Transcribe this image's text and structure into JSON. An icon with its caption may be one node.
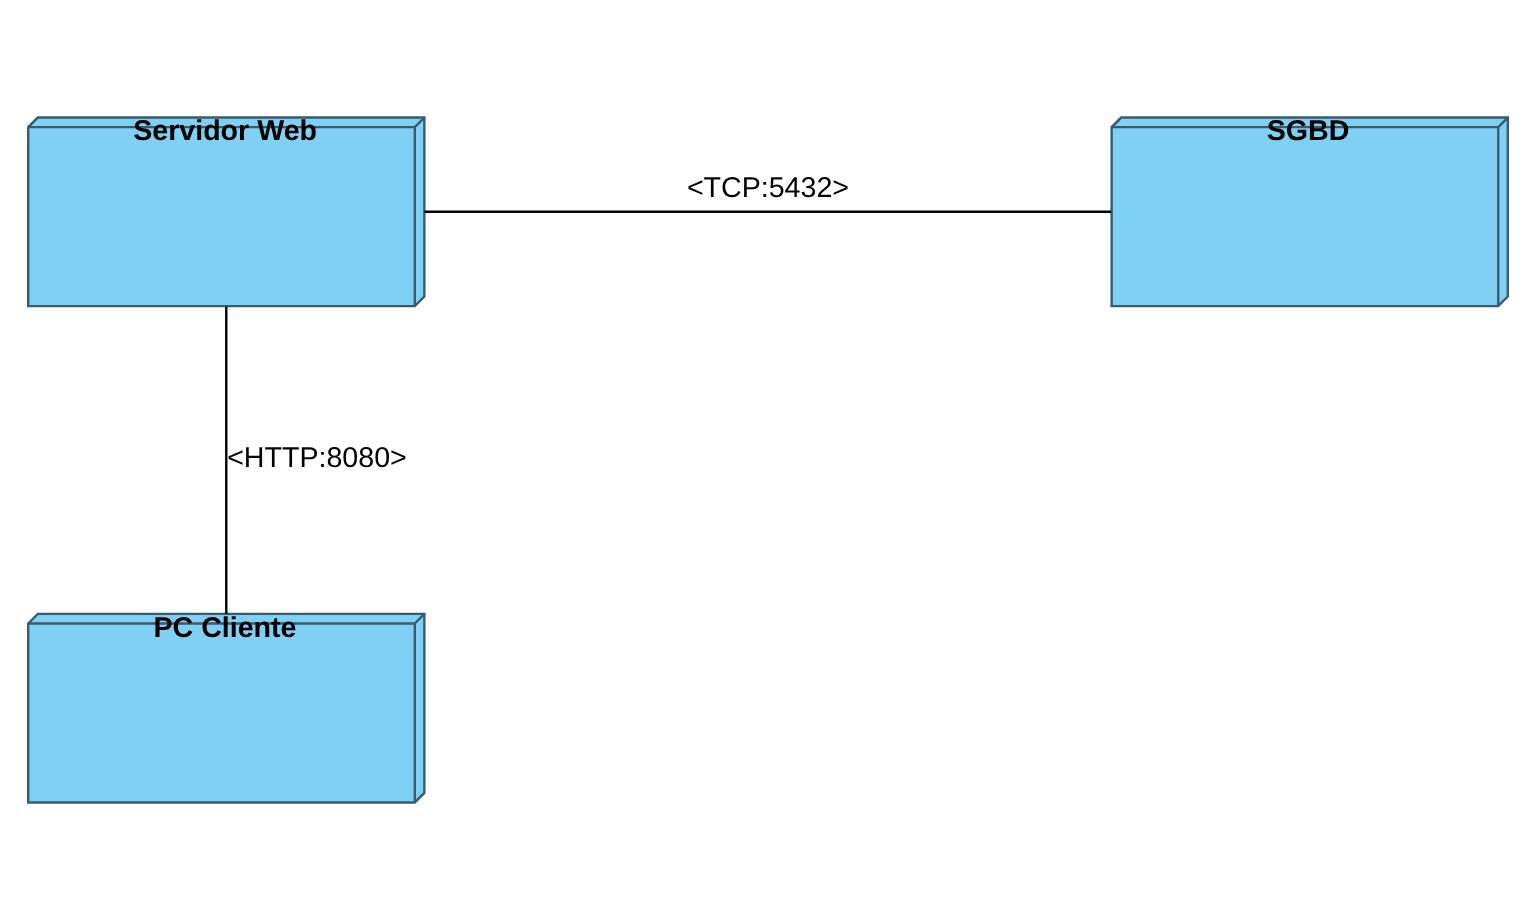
{
  "diagram": {
    "nodes": [
      {
        "text": [
          "Servidor Web"
        ]
      },
      {
        "text": [
          "SGBD"
        ]
      },
      {
        "text": [
          "PC Cliente"
        ]
      }
    ],
    "edges": [
      {
        "from": 0,
        "to": 1,
        "arrow": "none",
        "label": "<TCP:5432>"
      },
      {
        "from": 0,
        "to": 2,
        "arrow": "none",
        "label": "<HTTP:8080>"
      }
    ]
  }
}
